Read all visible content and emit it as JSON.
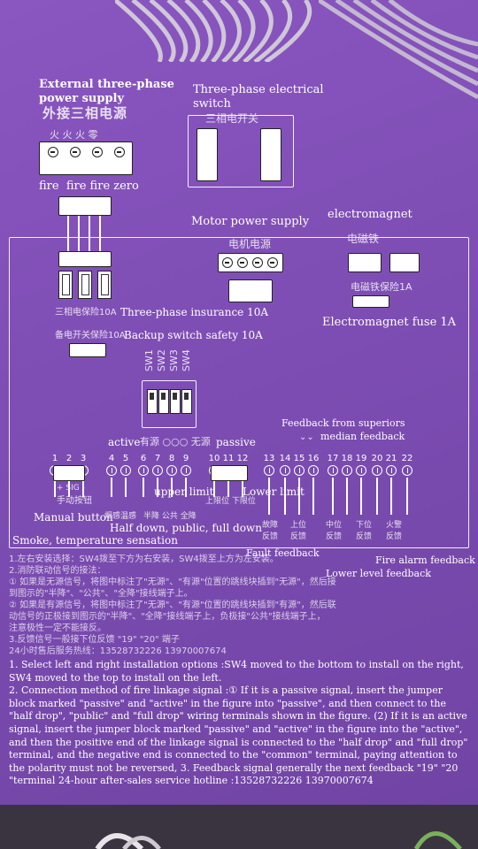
{
  "labels": {
    "ext_power": "External three-phase\npower supply",
    "three_phase_switch": "Three-phase electrical\nswitch",
    "fire_labels": "fire  fire fire zero",
    "motor_power": "Motor power supply",
    "electromagnet": "electromagnet",
    "three_phase_insurance": "Three-phase insurance 10A",
    "electromagnet_fuse": "Electromagnet fuse 1A",
    "backup_switch": "Backup switch safety 10A",
    "feedback_superiors": "Feedback from superiors",
    "median_feedback": "median feedback",
    "active_passive": "active",
    "passive": "passive",
    "upper_limit": "upper limit",
    "lower_limit": "Lower limit",
    "manual_button": "Manual button",
    "half_down": "Half down, public, full down",
    "smoke_temp": "Smoke, temperature sensation",
    "fault_feedback": "Fault feedback",
    "fire_alarm_feedback": "Fire alarm feedback",
    "lower_level_feedback": "Lower level feedback"
  },
  "chinese": {
    "ext_power_cn": "外接三相电源",
    "fire_cn": "火  火  火  零",
    "switch_cn": "三相电开关",
    "motor_cn": "电机电源",
    "em_cn": "电磁铁",
    "em_fuse_cn": "电磁铁保险1A",
    "tp_fuse_cn": "三相电保险10A",
    "backup_cn": "备电开关保险10A",
    "sw_labels": [
      "SW1",
      "SW2",
      "SW3",
      "SW4"
    ],
    "active_cn": "有源 ○○○ 无源",
    "sig_cn": "+ SIG -",
    "manual_cn": "手动按钮",
    "smoke_cn": "烟感温感",
    "halfdown_cn": "半降 公共 全降",
    "limit_cn": "上限位 下限位",
    "bottom_cn": [
      "故障\n反馈",
      "上位\n反馈",
      "中位\n反馈",
      "下位\n反馈",
      "火警\n反馈"
    ]
  },
  "terminals": [
    "1",
    "2",
    "3",
    "4",
    "5",
    "6",
    "7",
    "8",
    "9",
    "10",
    "11",
    "12",
    "13",
    "14",
    "15",
    "16",
    "17",
    "18",
    "19",
    "20",
    "21",
    "22"
  ],
  "cn_notes": [
    "1.左右安装选择：SW4拨至下方为右安装，SW4拨至上方为左安装。",
    "2.消防联动信号的接法：",
    "① 如果是无源信号，将图中标注了\"无源\"、\"有源\"位置的跳线块插到\"无源\"，然后接",
    "到图示的\"半降\"、\"公共\"、\"全降\"接线端子上。",
    "② 如果是有源信号，将图中标注了\"无源\"、\"有源\"位置的跳线块插到\"有源\"，然后联",
    "动信号的正极接到图示的\"半降\"、\"全降\"接线端子上，负极接\"公共\"接线端子上，",
    "注意极性一定不能接反。",
    "3.反馈信号一般接下位反馈 \"19\"  \"20\" 端子",
    "24小时售后服务热线：13528732226  13970007674"
  ],
  "notes": [
    "1. Select left and right installation options :SW4 moved to the bottom to install on the right, SW4 moved to the top to install on the left.",
    "2. Connection method of fire linkage signal :① If it is a passive signal, insert the jumper block marked \"passive\" and \"active\" in the figure into \"passive\", and then connect to the \"half drop\", \"public\" and \"full drop\" wiring terminals shown in the figure. (2) If it is an active signal, insert the jumper block marked \"passive\" and \"active\" in the figure into the \"active\", and then the positive end of the linkage signal is connected to the \"half drop\" and \"full drop\" terminal, and the negative end is connected to the \"common\" terminal, paying attention to the polarity must not be reversed, 3. Feedback signal generally the next feedback \"19\" \"20 \"terminal 24-hour after-sales service hotline :13528732226  13970007674"
  ]
}
